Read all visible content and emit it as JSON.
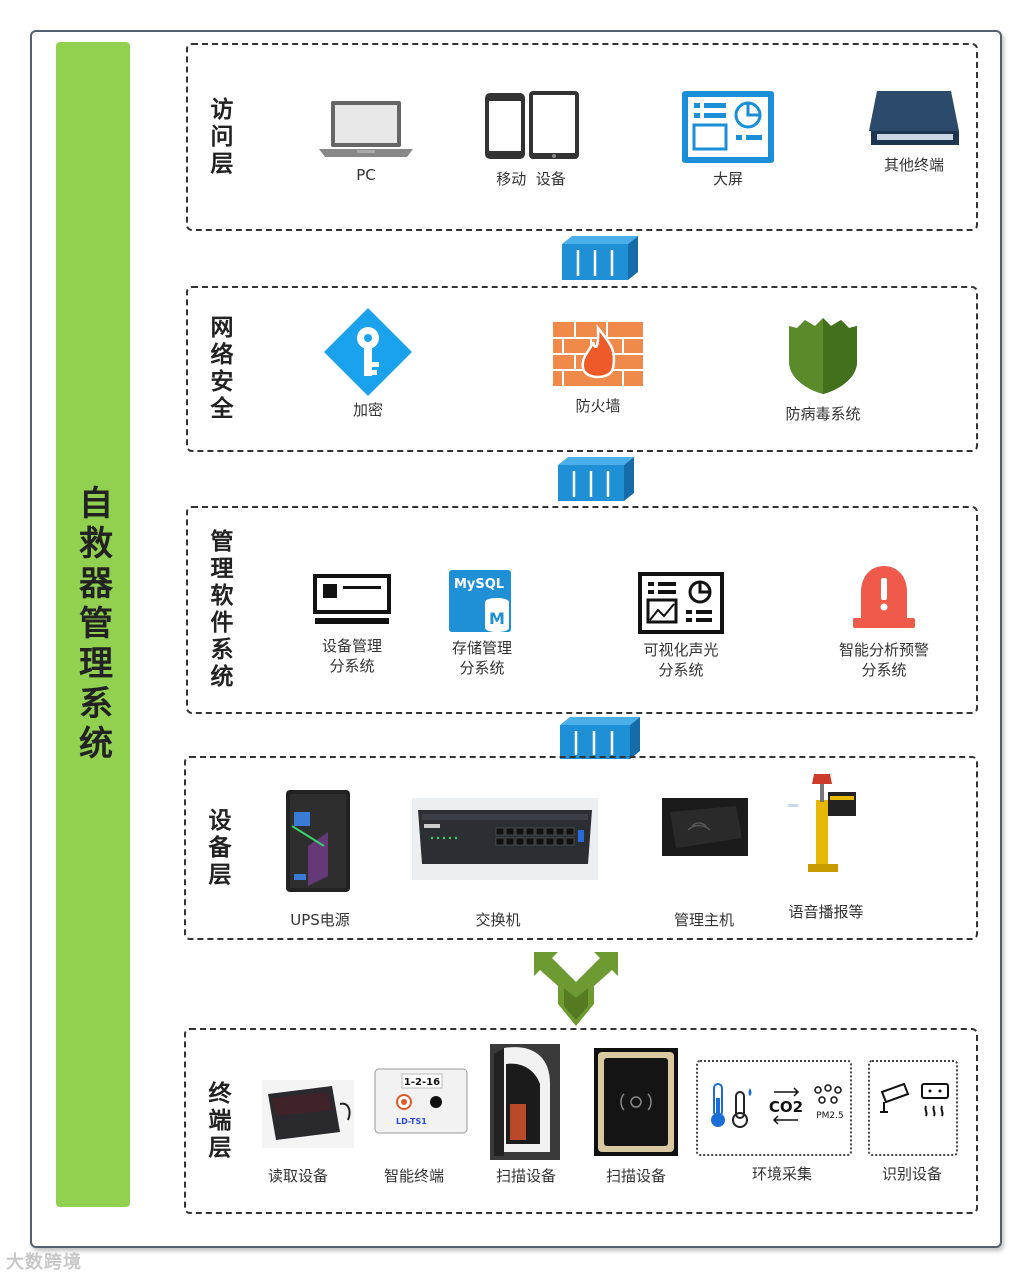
{
  "sidebar": {
    "title": "自救器管理系统"
  },
  "layers": {
    "access": {
      "label": "访问层",
      "items": {
        "pc": "PC",
        "mobile": "移动  设备",
        "bigscreen": "大屏",
        "other": "其他终端"
      }
    },
    "security": {
      "label": "网络安全",
      "items": {
        "encrypt": "加密",
        "firewall": "防火墙",
        "antivirus": "防病毒系统"
      }
    },
    "software": {
      "label": "管理软件系统",
      "items": {
        "device_mgmt": "设备管理\n分系统",
        "storage_mgmt": "存储管理\n分系统",
        "visual_av": "可视化声光\n分系统",
        "smart_alarm": "智能分析预警\n分系统"
      },
      "mysql_text": "MySQL",
      "mysql_m": "M"
    },
    "device": {
      "label": "设备层",
      "items": {
        "ups": "UPS电源",
        "switch": "交换机",
        "host": "管理主机",
        "speaker": "语音播报等"
      }
    },
    "terminal": {
      "label": "终端层",
      "items": {
        "reader": "读取设备",
        "smart_terminal": "智能终端",
        "scanner1": "扫描设备",
        "scanner2": "扫描设备",
        "env": "环境采集",
        "identify": "识别设备"
      },
      "terminal_display": "1-2-16",
      "terminal_model": "LD-TS1",
      "co2_text": "CO2",
      "pm_text": "PM2.5"
    }
  },
  "watermark": "大数跨境",
  "colors": {
    "sidebar": "#92d050",
    "pipe": "#1f8fd6",
    "arrow": "#6e9a32",
    "encrypt": "#1aa3ec",
    "firewall": "#f08a4b",
    "shield": "#5a8a2a",
    "alarm": "#f05a4a"
  }
}
